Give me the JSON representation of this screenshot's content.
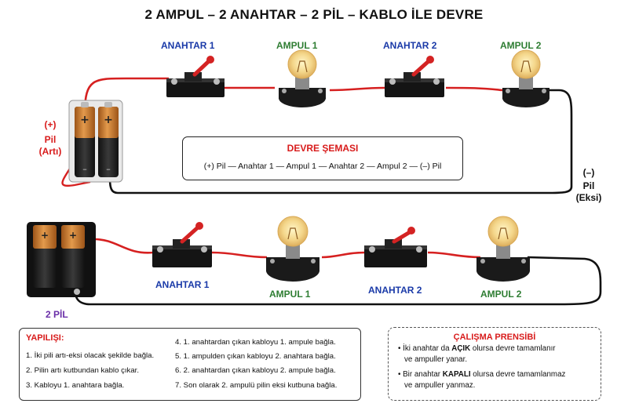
{
  "title": "2 AMPUL – 2 ANAHTAR – 2 PİL – KABLO İLE DEVRE",
  "top_circuit": {
    "switch1": "ANAHTAR 1",
    "bulb1": "AMPUL 1",
    "switch2": "ANAHTAR 2",
    "bulb2": "AMPUL 2",
    "plus_sign": "(+)",
    "plus_label_line1": "Pil",
    "plus_label_line2": "(Artı)",
    "minus_sign": "(–)",
    "minus_label_line1": "Pil",
    "minus_label_line2": "(Eksi)",
    "battery_plus_mark": "+",
    "battery_minus_mark": "–"
  },
  "schema": {
    "title": "DEVRE ŞEMASI",
    "text": "(+) Pil — Anahtar 1 — Ampul 1 — Anahtar 2 — Ampul 2 — (–) Pil"
  },
  "bottom_circuit": {
    "switch1": "ANAHTAR 1",
    "bulb1": "AMPUL 1",
    "switch2": "ANAHTAR 2",
    "bulb2": "AMPUL 2",
    "battery": "2 PİL",
    "battery_plus_mark": "+"
  },
  "steps": {
    "title": "YAPILIŞI:",
    "items": [
      "1.  İki pili artı-eksi olacak şekilde bağla.",
      "2.  Pilin artı kutbundan kablo çıkar.",
      "3.  Kabloyu 1. anahtara bağla.",
      "4.  1. anahtardan çıkan kabloyu 1. ampule bağla.",
      "5.  1. ampulden çıkan kabloyu 2. anahtara bağla.",
      "6.  2. anahtardan çıkan kabloyu 2. ampule bağla.",
      "7.  Son olarak 2. ampulü pilin eksi kutbuna bağla."
    ]
  },
  "principle": {
    "title": "ÇALIŞMA PRENSİBİ",
    "item1_a": "• İki anahtar da ",
    "item1_b": "AÇIK",
    "item1_c": " olursa devre tamamlanır",
    "item1_d": "ve ampuller yanar.",
    "item2_a": "• Bir anahtar ",
    "item2_b": "KAPALI",
    "item2_c": " olursa devre tamamlanmaz",
    "item2_d": "ve ampuller yanmaz."
  },
  "colors": {
    "wire_red": "#d62020",
    "wire_black": "#111111",
    "battery_copper": "#c9772c",
    "switch_lever": "#d42323"
  }
}
